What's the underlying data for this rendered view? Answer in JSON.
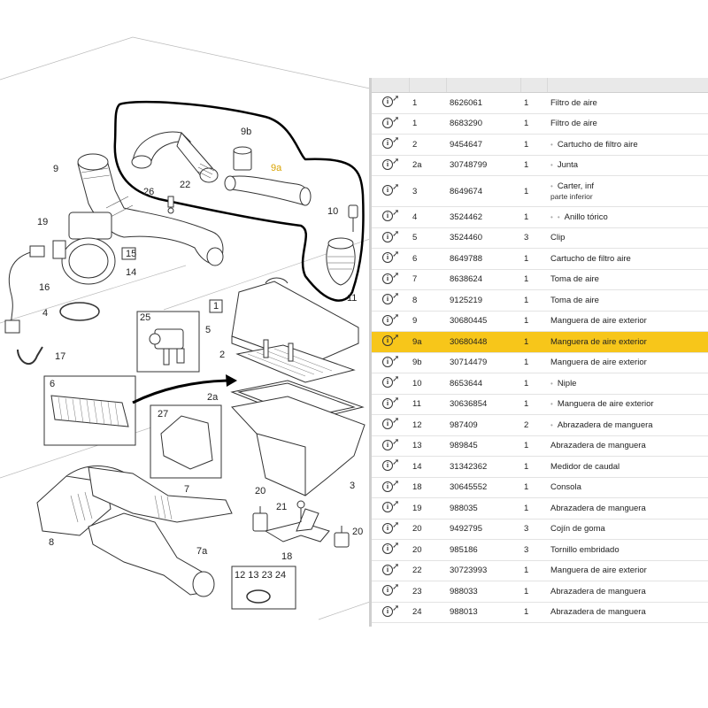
{
  "diagram": {
    "callouts": [
      "9",
      "9b",
      "9a",
      "22",
      "26",
      "10",
      "11",
      "19",
      "15",
      "14",
      "16",
      "4",
      "17",
      "25",
      "1",
      "5",
      "2",
      "6",
      "2a",
      "27",
      "3",
      "7",
      "8",
      "7a",
      "20",
      "21",
      "18",
      "20",
      "12 13 23 24"
    ],
    "highlight_color": "#f5c400",
    "outline_color": "#000000"
  },
  "table": {
    "header": [
      "",
      "",
      "",
      "",
      ""
    ],
    "rows": [
      {
        "ref": "1",
        "part": "8626061",
        "qty": "1",
        "desc": "Filtro de aire",
        "level": 0
      },
      {
        "ref": "1",
        "part": "8683290",
        "qty": "1",
        "desc": "Filtro de aire",
        "level": 0
      },
      {
        "ref": "2",
        "part": "9454647",
        "qty": "1",
        "desc": "Cartucho de filtro aire",
        "level": 1
      },
      {
        "ref": "2a",
        "part": "30748799",
        "qty": "1",
        "desc": "Junta",
        "level": 1
      },
      {
        "ref": "3",
        "part": "8649674",
        "qty": "1",
        "desc": "Carter, inf",
        "desc2": "parte inferior",
        "level": 1
      },
      {
        "ref": "4",
        "part": "3524462",
        "qty": "1",
        "desc": "Anillo tórico",
        "level": 2
      },
      {
        "ref": "5",
        "part": "3524460",
        "qty": "3",
        "desc": "Clip",
        "level": 0
      },
      {
        "ref": "6",
        "part": "8649788",
        "qty": "1",
        "desc": "Cartucho de filtro aire",
        "level": 0
      },
      {
        "ref": "7",
        "part": "8638624",
        "qty": "1",
        "desc": "Toma de aire",
        "level": 0
      },
      {
        "ref": "8",
        "part": "9125219",
        "qty": "1",
        "desc": "Toma de aire",
        "level": 0
      },
      {
        "ref": "9",
        "part": "30680445",
        "qty": "1",
        "desc": "Manguera de aire exterior",
        "level": 0
      },
      {
        "ref": "9a",
        "part": "30680448",
        "qty": "1",
        "desc": "Manguera de aire exterior",
        "level": 0,
        "highlight": true
      },
      {
        "ref": "9b",
        "part": "30714479",
        "qty": "1",
        "desc": "Manguera de aire exterior",
        "level": 0
      },
      {
        "ref": "10",
        "part": "8653644",
        "qty": "1",
        "desc": "Niple",
        "level": 1
      },
      {
        "ref": "11",
        "part": "30636854",
        "qty": "1",
        "desc": "Manguera de aire exterior",
        "level": 1
      },
      {
        "ref": "12",
        "part": "987409",
        "qty": "2",
        "desc": "Abrazadera de manguera",
        "level": 1
      },
      {
        "ref": "13",
        "part": "989845",
        "qty": "1",
        "desc": "Abrazadera de manguera",
        "level": 0
      },
      {
        "ref": "14",
        "part": "31342362",
        "qty": "1",
        "desc": "Medidor de caudal",
        "level": 0
      },
      {
        "ref": "18",
        "part": "30645552",
        "qty": "1",
        "desc": "Consola",
        "level": 0
      },
      {
        "ref": "19",
        "part": "988035",
        "qty": "1",
        "desc": "Abrazadera de manguera",
        "level": 0
      },
      {
        "ref": "20",
        "part": "9492795",
        "qty": "3",
        "desc": "Cojín de goma",
        "level": 0
      },
      {
        "ref": "20",
        "part": "985186",
        "qty": "3",
        "desc": "Tornillo embridado",
        "level": 0
      },
      {
        "ref": "22",
        "part": "30723993",
        "qty": "1",
        "desc": "Manguera de aire exterior",
        "level": 0
      },
      {
        "ref": "23",
        "part": "988033",
        "qty": "1",
        "desc": "Abrazadera de manguera",
        "level": 0
      },
      {
        "ref": "24",
        "part": "988013",
        "qty": "1",
        "desc": "Abrazadera de manguera",
        "level": 0
      }
    ]
  },
  "icons": {
    "row_info": "info-arrow-icon"
  }
}
